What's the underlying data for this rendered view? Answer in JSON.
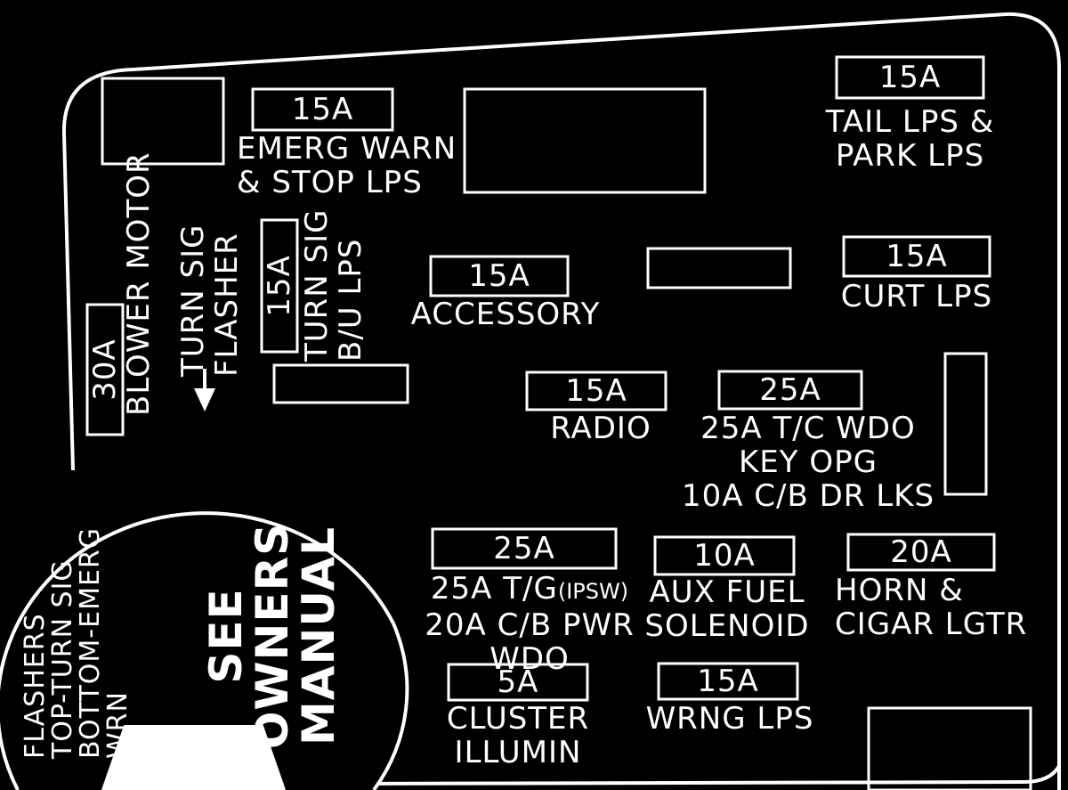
{
  "colors": {
    "background": "#000000",
    "ink": "#ffffff"
  },
  "fuses": {
    "emerg_warn": {
      "rating": "15A",
      "lines": [
        "EMERG WARN",
        "& STOP LPS"
      ]
    },
    "tail_park": {
      "rating": "15A",
      "lines": [
        "TAIL LPS &",
        "PARK LPS"
      ]
    },
    "accessory": {
      "rating": "15A",
      "lines": [
        "ACCESSORY"
      ]
    },
    "curt": {
      "rating": "15A",
      "lines": [
        "CURT LPS"
      ]
    },
    "turn_bu": {
      "rating": "15A",
      "lines": [
        "TURN SIG",
        "B/U LPS"
      ]
    },
    "blower": {
      "rating": "30A",
      "lines": [
        "BLOWER MOTOR"
      ]
    },
    "radio": {
      "rating": "15A",
      "lines": [
        "RADIO"
      ]
    },
    "tc_wdo": {
      "rating": "25A",
      "lines": [
        "25A T/C WDO",
        "KEY OPG",
        "10A C/B DR LKS"
      ]
    },
    "tg_pwr": {
      "rating": "25A",
      "lines": [
        "25A T/G",
        "(IPSW)",
        "20A C/B PWR",
        "WDO"
      ]
    },
    "aux_fuel": {
      "rating": "10A",
      "lines": [
        "AUX FUEL",
        "SOLENOID"
      ]
    },
    "horn_cigar": {
      "rating": "20A",
      "lines": [
        "HORN &",
        "CIGAR LGTR"
      ]
    },
    "cluster": {
      "rating": "5A",
      "lines": [
        "CLUSTER",
        "ILLUMIN"
      ]
    },
    "wrng": {
      "rating": "15A",
      "lines": [
        "WRNG LPS"
      ]
    }
  },
  "turn_flasher": {
    "lines": [
      "TURN SIG",
      "FLASHER"
    ]
  },
  "circle": {
    "flashers_lines": [
      "FLASHERS",
      "TOP-TURN SIG",
      "BOTTOM-EMERG",
      "WRN"
    ],
    "manual_lines": [
      "SEE",
      "OWNERS",
      "MANUAL"
    ]
  }
}
